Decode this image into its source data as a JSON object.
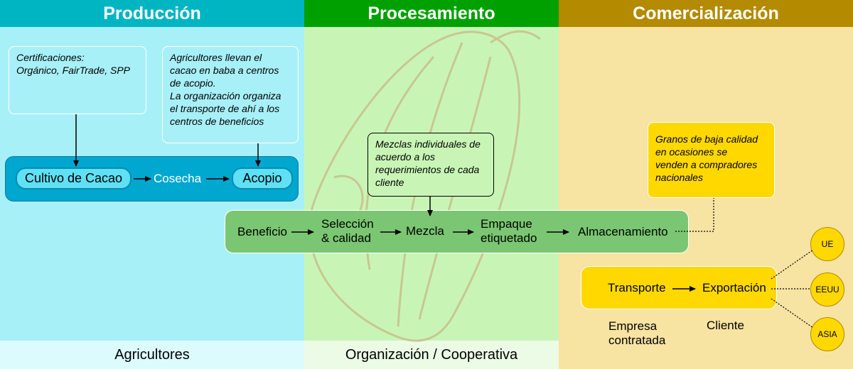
{
  "columns": [
    {
      "title": "Producción",
      "footer": "Agricultores",
      "header_color": "#00b5c2",
      "bg_color": "#a8f0f8",
      "footer_bg": "#dcfbfc"
    },
    {
      "title": "Procesamiento",
      "footer": "Organización / Cooperativa",
      "header_color": "#00a000",
      "bg_color": "#c8f5b6",
      "footer_bg": "#ecfbe6"
    },
    {
      "title": "Comercialización",
      "footer": "",
      "header_color": "#b48a00",
      "bg_color": "#f7e3a2",
      "footer_bg": "#f7e3a2"
    }
  ],
  "notes": {
    "certifications": [
      "Certificaciones:",
      "Orgánico, FairTrade, SPP"
    ],
    "transport_note": [
      "Agricultores llevan el",
      "cacao en baba a centros",
      "de acopio.",
      "La organización organiza",
      "el transporte de ahí a los",
      "centros de beneficios"
    ],
    "mix_note": [
      "Mezclas individuales de",
      "acuerdo a los",
      "requerimientos de cada",
      "cliente"
    ],
    "low_quality_note": [
      "Granos de baja calidad",
      "en ocasiones se",
      "venden a compradores",
      "nacionales"
    ]
  },
  "production": {
    "step1": "Cultivo de Cacao",
    "step2": "Cosecha",
    "step3": "Acopio"
  },
  "processing": {
    "step1": "Beneficio",
    "step2_l1": "Selección",
    "step2_l2": "& calidad",
    "step3": "Mezcla",
    "step4_l1": "Empaque",
    "step4_l2": "etiquetado",
    "step5": "Almacenamiento"
  },
  "commerce": {
    "transport": "Transporte",
    "export": "Exportación",
    "actor1_l1": "Empresa",
    "actor1_l2": "contratada",
    "actor2": "Cliente",
    "markets": [
      "UE",
      "EEUU",
      "ASIA"
    ]
  },
  "colors": {
    "production_band": "#00a7cf",
    "processing_band": "#7bc672",
    "commerce_band": "#ffd800",
    "bean": "#c9c08a"
  }
}
